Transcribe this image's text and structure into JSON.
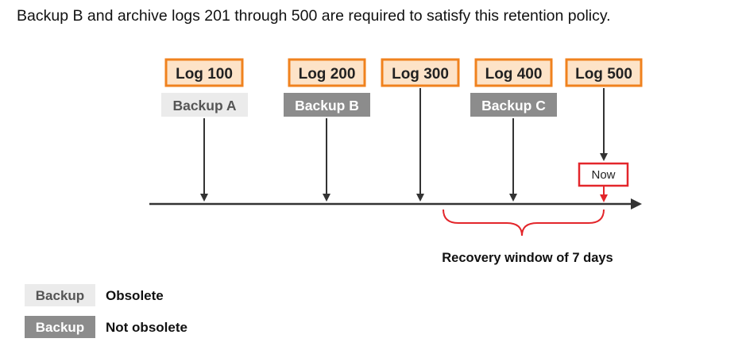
{
  "caption": "Backup B and archive logs 201 through 500 are required to satisfy this retention policy.",
  "logs": [
    {
      "label": "Log 100"
    },
    {
      "label": "Log 200"
    },
    {
      "label": "Log 300"
    },
    {
      "label": "Log 400"
    },
    {
      "label": "Log 500"
    }
  ],
  "backups": [
    {
      "label": "Backup A",
      "status": "obsolete"
    },
    {
      "label": "Backup B",
      "status": "not-obsolete"
    },
    {
      "label": "Backup C",
      "status": "not-obsolete"
    }
  ],
  "now_label": "Now",
  "window_label": "Recovery window of 7 days",
  "legend": [
    {
      "swatch": "Backup",
      "text": "Obsolete",
      "color": "#ebebeb",
      "text_color": "#555555"
    },
    {
      "swatch": "Backup",
      "text": "Not obsolete",
      "color": "#8c8c8c",
      "text_color": "#ffffff"
    }
  ],
  "colors": {
    "log_border": "#f0821e",
    "log_fill": "#fde3c8",
    "now_border": "#e3262b",
    "brace": "#e3262b",
    "obsolete_fill": "#ebebeb",
    "not_obsolete_fill": "#8c8c8c",
    "axis": "#333333"
  }
}
